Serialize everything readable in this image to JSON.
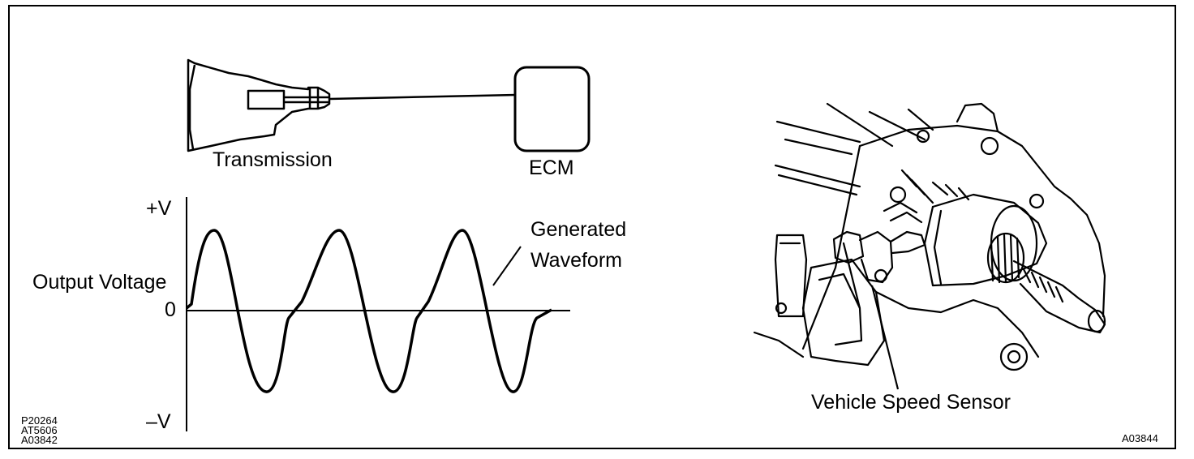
{
  "diagram": {
    "labels": {
      "transmission": "Transmission",
      "ecm": "ECM",
      "plus_v": "+V",
      "zero": "0",
      "minus_v": "–V",
      "output_voltage": "Output Voltage",
      "generated": "Generated",
      "waveform": "Waveform",
      "vehicle_speed_sensor": "Vehicle Speed Sensor"
    },
    "codes": {
      "left_1": "P20264",
      "left_2": "AT5606",
      "left_3": "A03842",
      "right": "A03844"
    }
  }
}
